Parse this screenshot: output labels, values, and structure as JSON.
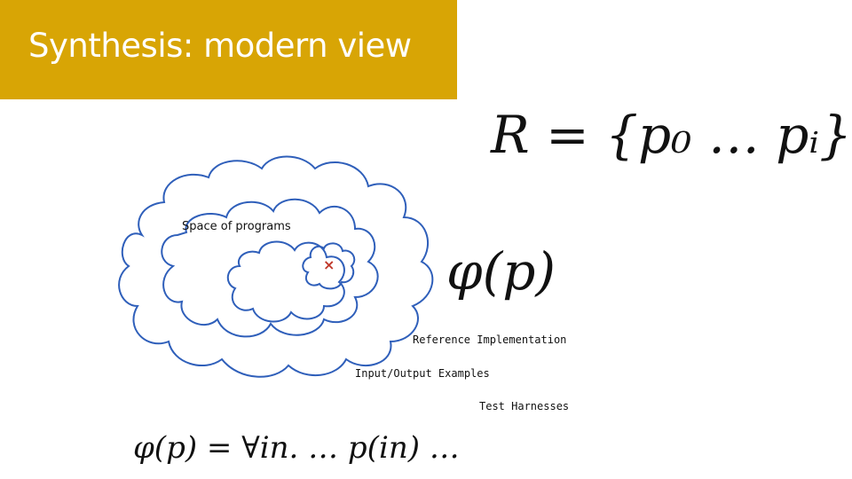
{
  "slide": {
    "title": "Synthesis: modern view",
    "equation_set": "R = {p₀ … pᵢ}",
    "spec": "φ(p)",
    "spec_formula": "φ(p) = ∀in.  …  p(in) …",
    "space_label": "Space of programs",
    "spec_kinds": [
      "Reference Implementation",
      "Input/Output Examples",
      "Test Harnesses"
    ],
    "marker": "×"
  },
  "colors": {
    "title_bar": "#d8a505",
    "cloud_outline": "#2f5fba",
    "marker": "#c0392b"
  }
}
